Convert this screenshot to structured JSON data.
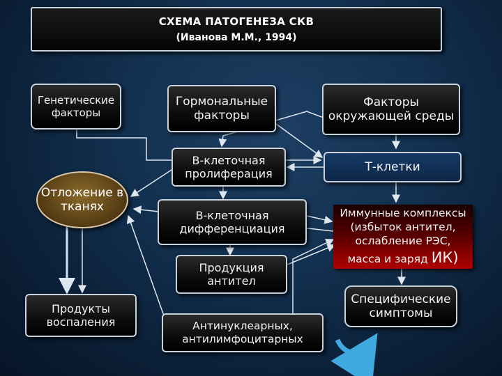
{
  "title": "СХЕМА ПАТОГЕНЕЗА СКВ",
  "subtitle": "(Иванова М.М., 1994)",
  "nodes": {
    "genetic": "Генетические факторы",
    "hormonal": "Гормональные факторы",
    "environment": "Факторы окружающей среды",
    "b_proliferation": "В-клеточная пролиферация",
    "t_cells": "Т-клетки",
    "deposition": "Отложение в тканях",
    "b_differentiation": "В-клеточная дифференциация",
    "immune_complexes_line1": "Иммунные комплексы",
    "immune_complexes_line2": "(избыток антител,",
    "immune_complexes_line3": "ослабление РЭС,",
    "immune_complexes_line4a": "масса и заряд",
    "immune_complexes_line4b": "ИК)",
    "antibody_production": "Продукция антител",
    "inflammation_products": "Продукты воспаления",
    "specific_symptoms": "Специфические симптомы",
    "antinuclear": "Антинуклеарных, антилимфоцитарных"
  },
  "colors": {
    "background": "#12304f",
    "box_border": "#c9d3de",
    "immune_box": "#b00000",
    "deposition_box": "#5a4016",
    "cycle_arrow": "#3fa9e0"
  }
}
